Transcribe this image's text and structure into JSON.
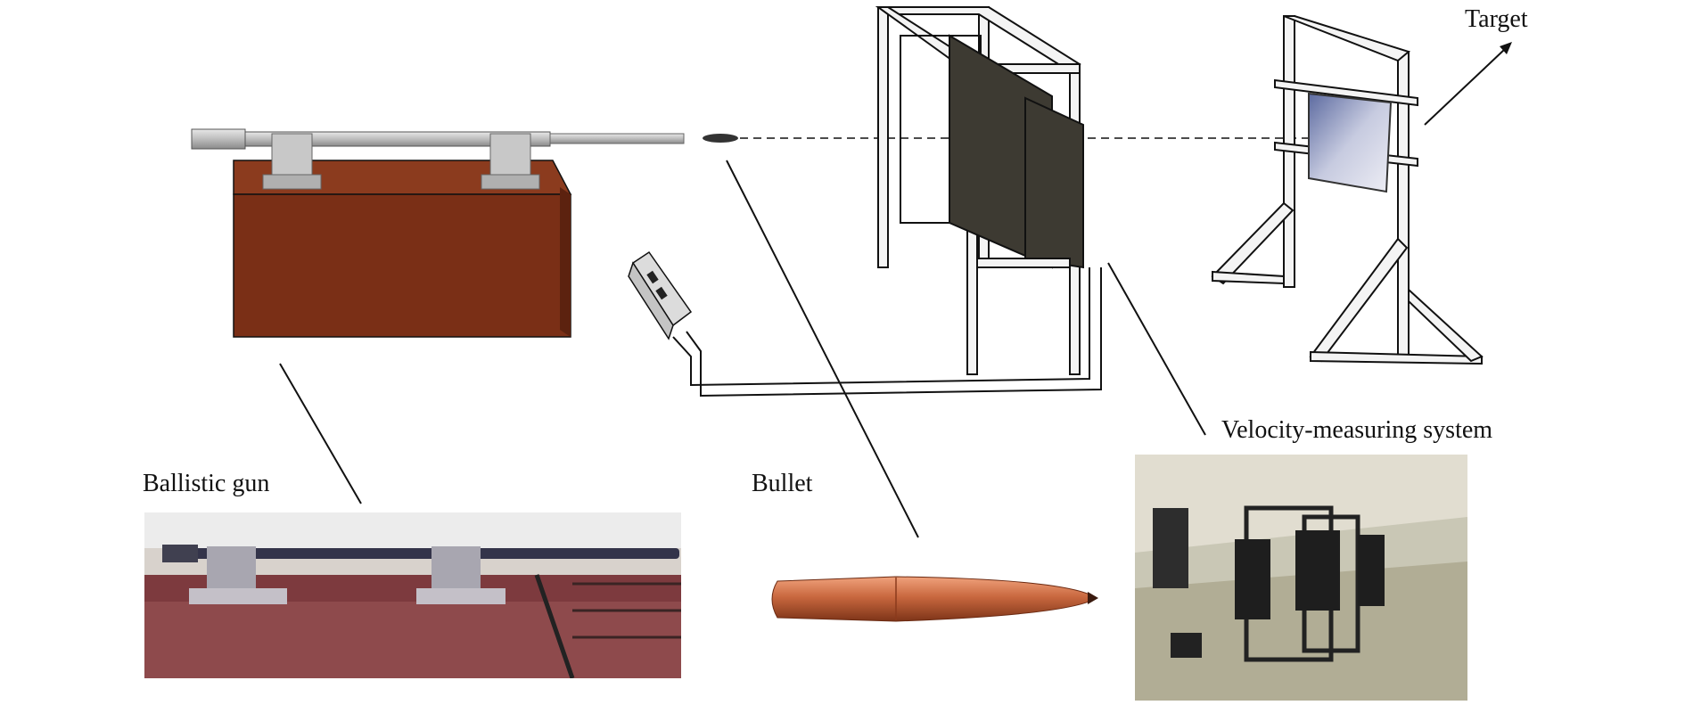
{
  "labels": {
    "target": "Target",
    "velocity_system": "Velocity-measuring system",
    "ballistic_gun": "Ballistic gun",
    "bullet": "Bullet"
  },
  "colors": {
    "line": "#111111",
    "box_front": "#7a2f16",
    "box_top": "#8b3b1e",
    "box_side": "#5c220f",
    "frame_fill": "#f4f4f4",
    "panel_dark": "#3d3a32",
    "bullet_copper": "#c9683f",
    "photo_gun_bg": "#8e4a4c",
    "photo_room_bg": "#b9b7a4"
  },
  "icons": [
    "ballistic-gun-icon",
    "bullet-icon",
    "velocity-frame-icon",
    "target-stand-icon",
    "chronograph-box-icon"
  ]
}
